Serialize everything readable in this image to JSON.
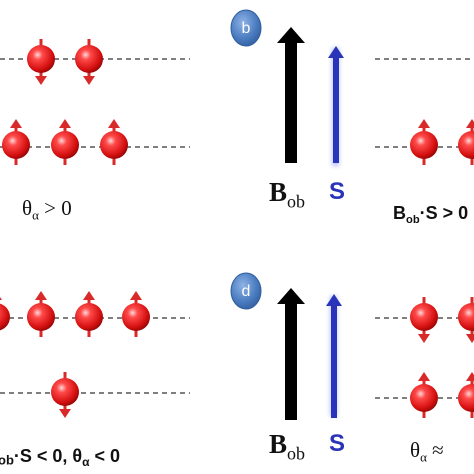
{
  "colors": {
    "spin": "#e01b1b",
    "arrow_red": "#d92a2a",
    "badge": "#4a7cc0",
    "field_arrow": "#000000",
    "spin_arrow": "#2a34b8"
  },
  "panels": {
    "b": {
      "badge": "b"
    },
    "d": {
      "badge": "d"
    }
  },
  "labels": {
    "theta_a_pos": "θ",
    "theta_a_pos_sub": "α",
    "theta_a_pos_rel": " > 0",
    "b_ob": "B",
    "b_ob_sub": "ob",
    "s": "S",
    "bs_b": "B",
    "bs_sub": "ob",
    "bs_rest": "·S > 0",
    "d_ob": "B",
    "d_ob_sub": "ob",
    "d_s": "S",
    "c_pre": "ob",
    "c_rest": "·S < 0, θ",
    "c_sub": "α",
    "c_rel": " < 0",
    "theta_bottom": "θ",
    "theta_bottom_sub": "α",
    "theta_bottom_rel": " ≈"
  }
}
